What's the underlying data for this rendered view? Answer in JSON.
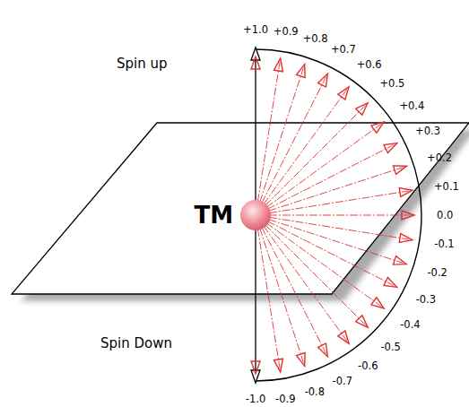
{
  "diagram": {
    "nodes": [
      {
        "text": [
          "TM"
        ]
      }
    ],
    "labels": [
      "Spin up",
      "Spin Down",
      "+1.0",
      "+0.9",
      "+0.8",
      "+0.7",
      "+0.6",
      "+0.5",
      "+0.4",
      "+0.3",
      "+0.2",
      "+0.1",
      "0.0",
      "-0.1",
      "-0.2",
      "-0.3",
      "-0.4",
      "-0.5",
      "-0.6",
      "-0.7",
      "-0.8",
      "-0.9",
      "-1.0"
    ]
  }
}
